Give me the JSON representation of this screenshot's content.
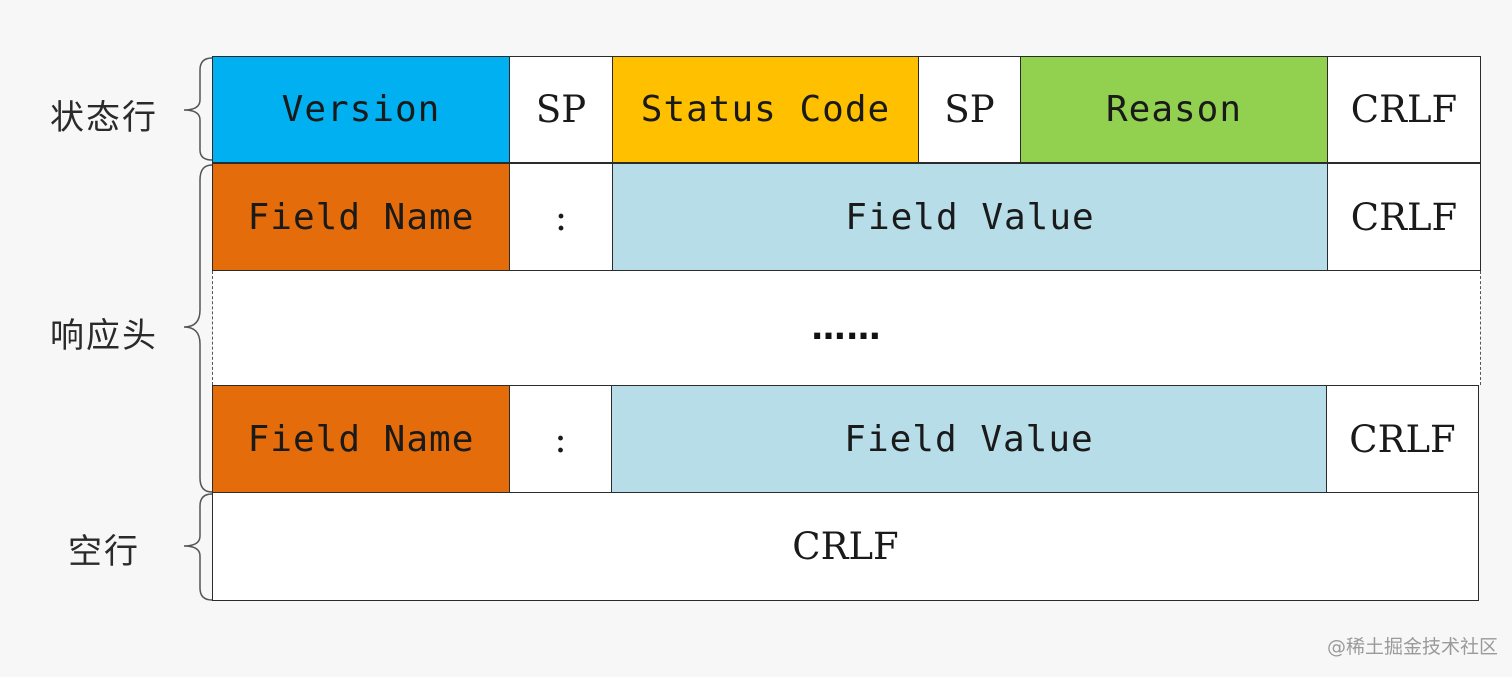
{
  "labels": {
    "status_line": "状态行",
    "response_headers": "响应头",
    "blank_line": "空行"
  },
  "status_line": {
    "version": "Version",
    "sp1": "SP",
    "status_code": "Status Code",
    "sp2": "SP",
    "reason": "Reason",
    "crlf": "CRLF"
  },
  "header_1": {
    "field_name": "Field Name",
    "colon": ":",
    "field_value": "Field Value",
    "crlf": "CRLF"
  },
  "ellipsis": "……",
  "header_2": {
    "field_name": "Field Name",
    "colon": ":",
    "field_value": "Field Value",
    "crlf": "CRLF"
  },
  "blank_line": {
    "crlf": "CRLF"
  },
  "watermark": "@稀土掘金技术社区",
  "colors": {
    "version": "#00b0f0",
    "status_code": "#ffc000",
    "reason": "#92d050",
    "field_name": "#e46c0a",
    "field_value": "#b7dde8",
    "plain": "#ffffff"
  }
}
